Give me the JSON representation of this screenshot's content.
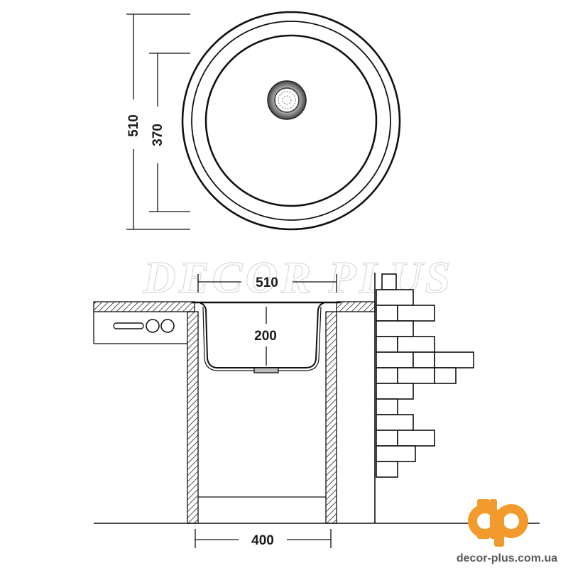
{
  "top_view": {
    "outer_diameter_label": "510",
    "bowl_diameter_label": "370"
  },
  "side_view": {
    "width_label": "510",
    "depth_label": "200",
    "cabinet_width_label": "400"
  },
  "watermark": "DECOR PLUS",
  "brand": {
    "logo_letters": "dp",
    "website": "decor-plus.com.ua",
    "color": "#f39a2d"
  }
}
